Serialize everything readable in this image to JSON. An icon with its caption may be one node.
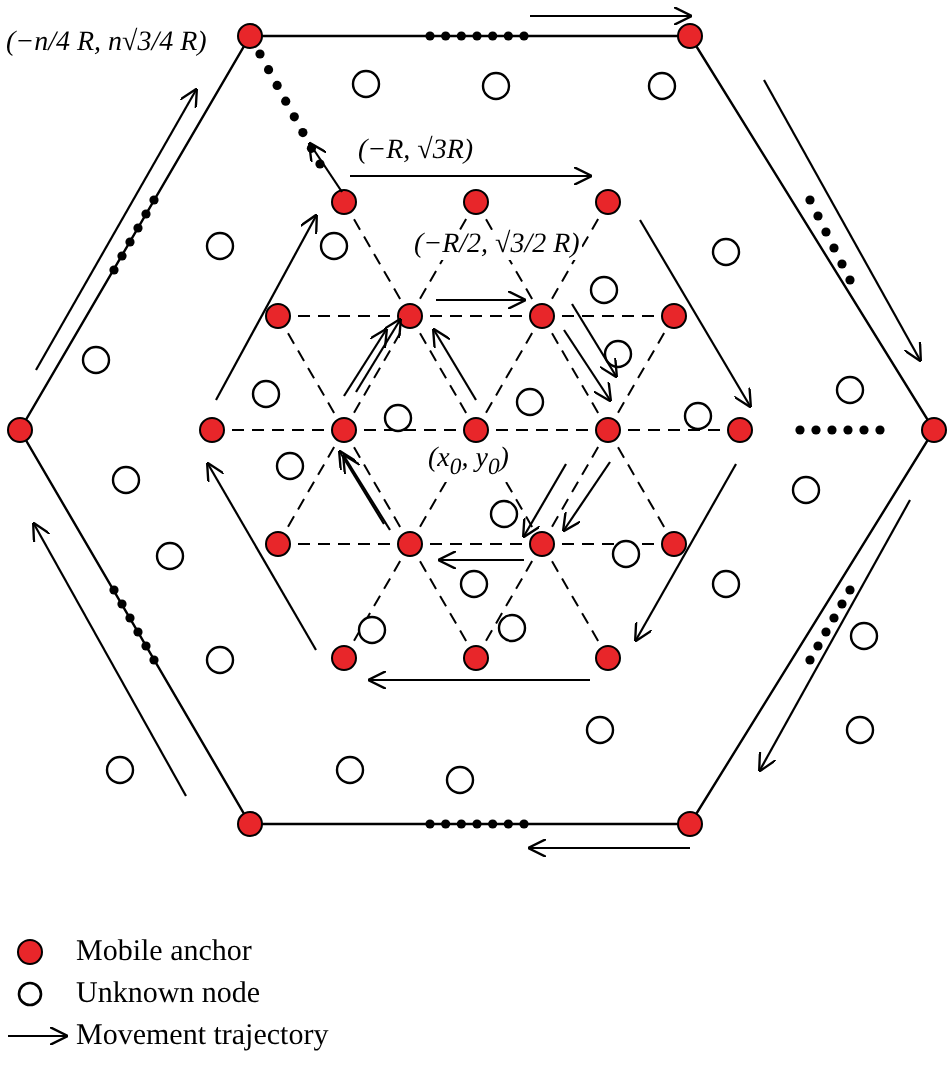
{
  "diagram": {
    "labels": [
      "(−n/4 R, n√3/4 R)",
      "(−R, √3R)",
      "(−R/2, √3/2 R)",
      "(x$_{0}$, y$_{0}$)"
    ],
    "legend": [
      {
        "text": "Mobile anchor"
      },
      {
        "text": "Unknown node"
      },
      {
        "text": "Movement trajectory"
      }
    ]
  }
}
